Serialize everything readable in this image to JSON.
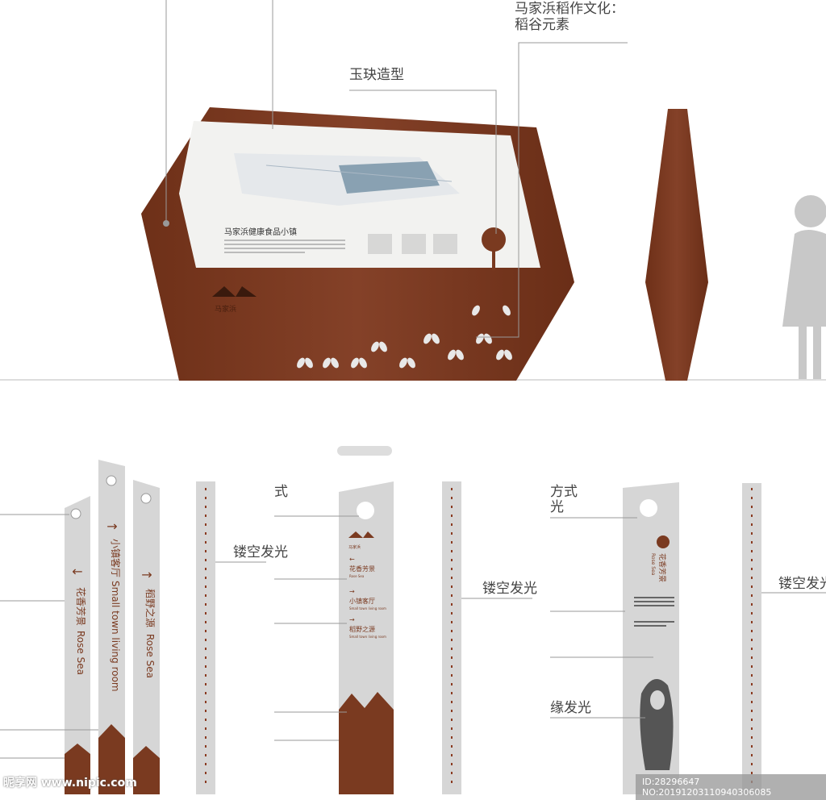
{
  "colors": {
    "wood": "#7a3a20",
    "stone": "#d8d8d8",
    "accent": "#7a3a20"
  },
  "top": {
    "callout_culture_line1": "马家浜稻作文化：",
    "callout_culture_line2": "稻谷元素",
    "callout_shape": "玉玦造型",
    "panel_title": "马家浜健康食品小镇",
    "logo_text": "马家浜"
  },
  "bottom": {
    "post1": {
      "arrow": "←",
      "cn": "花香芳景",
      "en": "Rose Sea"
    },
    "post2": {
      "arrow": "→",
      "cn": "小镇客厅",
      "en": "Small town living room"
    },
    "post3": {
      "arrow": "→",
      "cn": "稻野之源",
      "en": "Rose Sea"
    },
    "hollow_light": "镂空发光",
    "hollow_light_2": "镂空发光",
    "hollow_light_3": "镂空发光",
    "partial_label_1": "式",
    "partial_label_2a": "方式",
    "partial_label_2b": "光",
    "partial_label_3": "缘发光",
    "mid_post": {
      "logo_text": "马家浜",
      "items": [
        {
          "arrow": "←",
          "cn": "花香芳景",
          "en": "Rose Sea"
        },
        {
          "arrow": "→",
          "cn": "小镇客厅",
          "en": "Small town living room"
        },
        {
          "arrow": "→",
          "cn": "稻野之源",
          "en": "Small town living room"
        }
      ]
    },
    "rose_post": {
      "cn": "花香芳景",
      "en": "Rose Sea"
    }
  },
  "watermark": {
    "site": "昵享网 www.nipic.com",
    "id": "ID:28296647 NO:20191203110940306085"
  }
}
